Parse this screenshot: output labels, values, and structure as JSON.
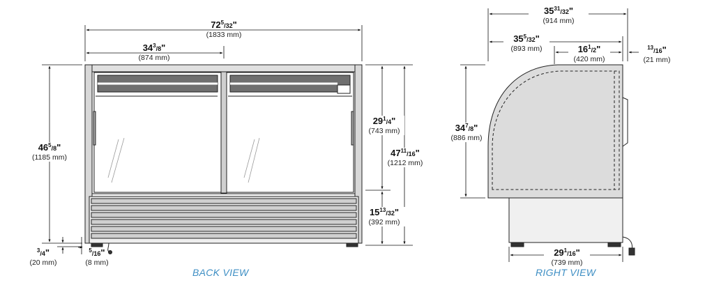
{
  "views": {
    "back": {
      "title": "BACK VIEW"
    },
    "right": {
      "title": "RIGHT VIEW"
    }
  },
  "dimensions": {
    "overall_width": {
      "whole": "72",
      "num": "5",
      "den": "32",
      "unit": "\"",
      "mm": "(1833 mm)"
    },
    "half_width": {
      "whole": "34",
      "num": "3",
      "den": "8",
      "unit": "\"",
      "mm": "(874 mm)"
    },
    "overall_height": {
      "whole": "46",
      "num": "5",
      "den": "8",
      "unit": "\"",
      "mm": "(1185 mm)"
    },
    "glass_height": {
      "whole": "29",
      "num": "1",
      "den": "4",
      "unit": "\"",
      "mm": "(743 mm)"
    },
    "total_height": {
      "whole": "47",
      "num": "11",
      "den": "16",
      "unit": "\"",
      "mm": "(1212 mm)"
    },
    "base_height": {
      "whole": "15",
      "num": "13",
      "den": "32",
      "unit": "\"",
      "mm": "(392 mm)"
    },
    "foot_height": {
      "whole": "",
      "num": "3",
      "den": "4",
      "unit": "\"",
      "mm": "(20 mm)"
    },
    "foot_offset": {
      "whole": "",
      "num": "5",
      "den": "16",
      "unit": "\"",
      "mm": "(8 mm)"
    },
    "overall_depth": {
      "whole": "35",
      "num": "31",
      "den": "32",
      "unit": "\"",
      "mm": "(914 mm)"
    },
    "cabinet_depth": {
      "whole": "35",
      "num": "5",
      "den": "32",
      "unit": "\"",
      "mm": "(893 mm)"
    },
    "top_depth": {
      "whole": "16",
      "num": "1",
      "den": "2",
      "unit": "\"",
      "mm": "(420 mm)"
    },
    "rear_offset": {
      "whole": "",
      "num": "13",
      "den": "16",
      "unit": "\"",
      "mm": "(21 mm)"
    },
    "side_height": {
      "whole": "34",
      "num": "7",
      "den": "8",
      "unit": "\"",
      "mm": "(886 mm)"
    },
    "base_depth": {
      "whole": "29",
      "num": "1",
      "den": "16",
      "unit": "\"",
      "mm": "(739 mm)"
    }
  }
}
